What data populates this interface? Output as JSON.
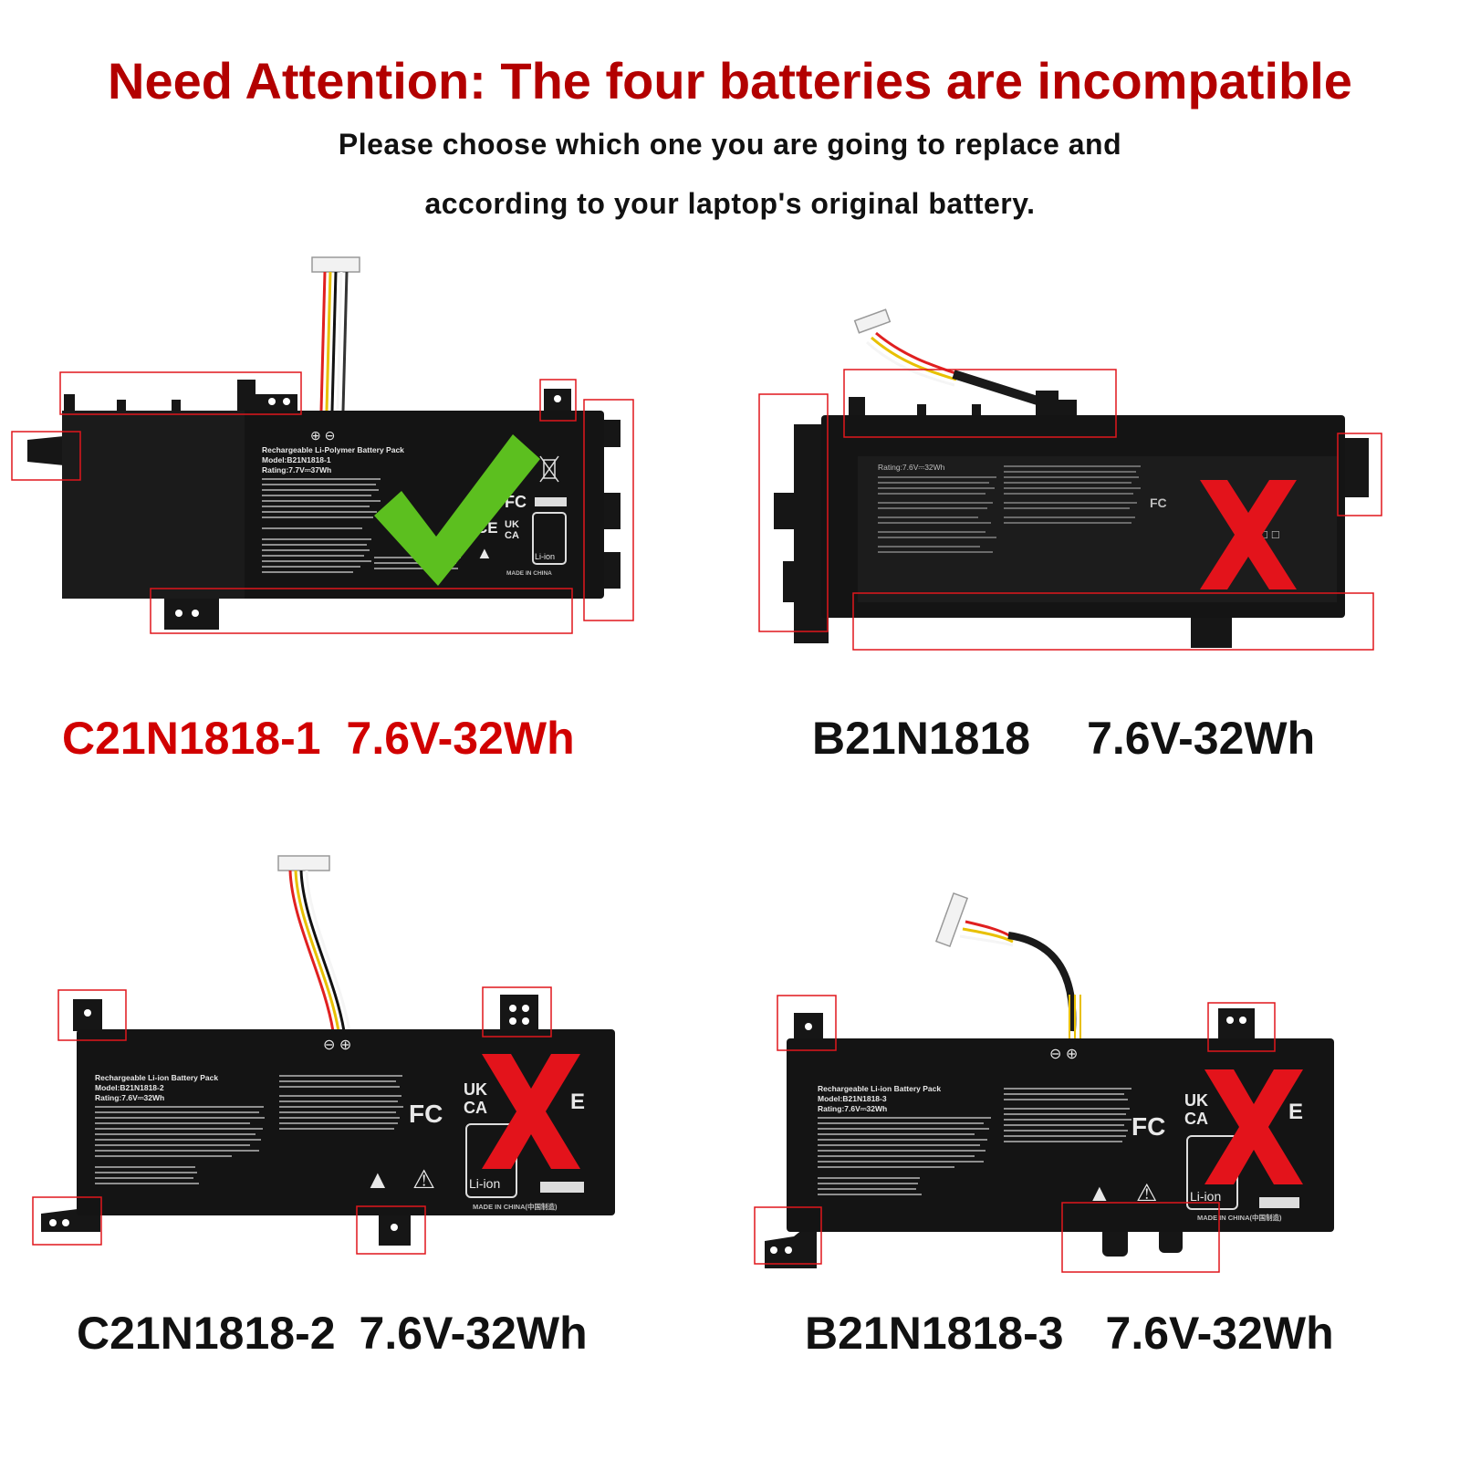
{
  "header": {
    "title": "Need Attention: The four batteries are incompatible",
    "subtitle_line1": "Please choose which one you are going to replace and",
    "subtitle_line2": "according to your laptop's original battery."
  },
  "colors": {
    "title_red": "#b30000",
    "caption_red": "#d10000",
    "highlight_box": "#e0161c",
    "check_green": "#5cbf1f",
    "cross_red": "#e3131b",
    "battery_body": "#141414"
  },
  "batteries": [
    {
      "model": "C21N1818-1",
      "rating": "7.6V-32Wh",
      "status": "compatible",
      "status_icon": "check-icon",
      "caption_color": "#d10000",
      "label_title": "Rechargeable Li-Polymer Battery Pack",
      "label_model": "Model:B21N1818-1",
      "label_rating": "Rating:7.7V‎⎓37Wh",
      "made_in": "MADE IN CHINA"
    },
    {
      "model": "B21N1818",
      "rating": "7.6V-32Wh",
      "status": "incompatible",
      "status_icon": "cross-icon",
      "caption_color": "#111111",
      "label_rating": "Rating:7.6V⎓32Wh"
    },
    {
      "model": "C21N1818-2",
      "rating": "7.6V-32Wh",
      "status": "incompatible",
      "status_icon": "cross-icon",
      "caption_color": "#111111",
      "label_title": "Rechargeable Li-ion Battery Pack",
      "label_model": "Model:B21N1818-2",
      "label_rating": "Rating:7.6V⎓32Wh",
      "made_in": "MADE IN CHINA(中国制造)"
    },
    {
      "model": "B21N1818-3",
      "rating": "7.6V-32Wh",
      "status": "incompatible",
      "status_icon": "cross-icon",
      "caption_color": "#111111",
      "label_title": "Rechargeable Li-ion Battery Pack",
      "label_model": "Model:B21N1818-3",
      "label_rating": "Rating:7.6V⎓32Wh",
      "made_in": "MADE IN CHINA(中国制造)"
    }
  ]
}
